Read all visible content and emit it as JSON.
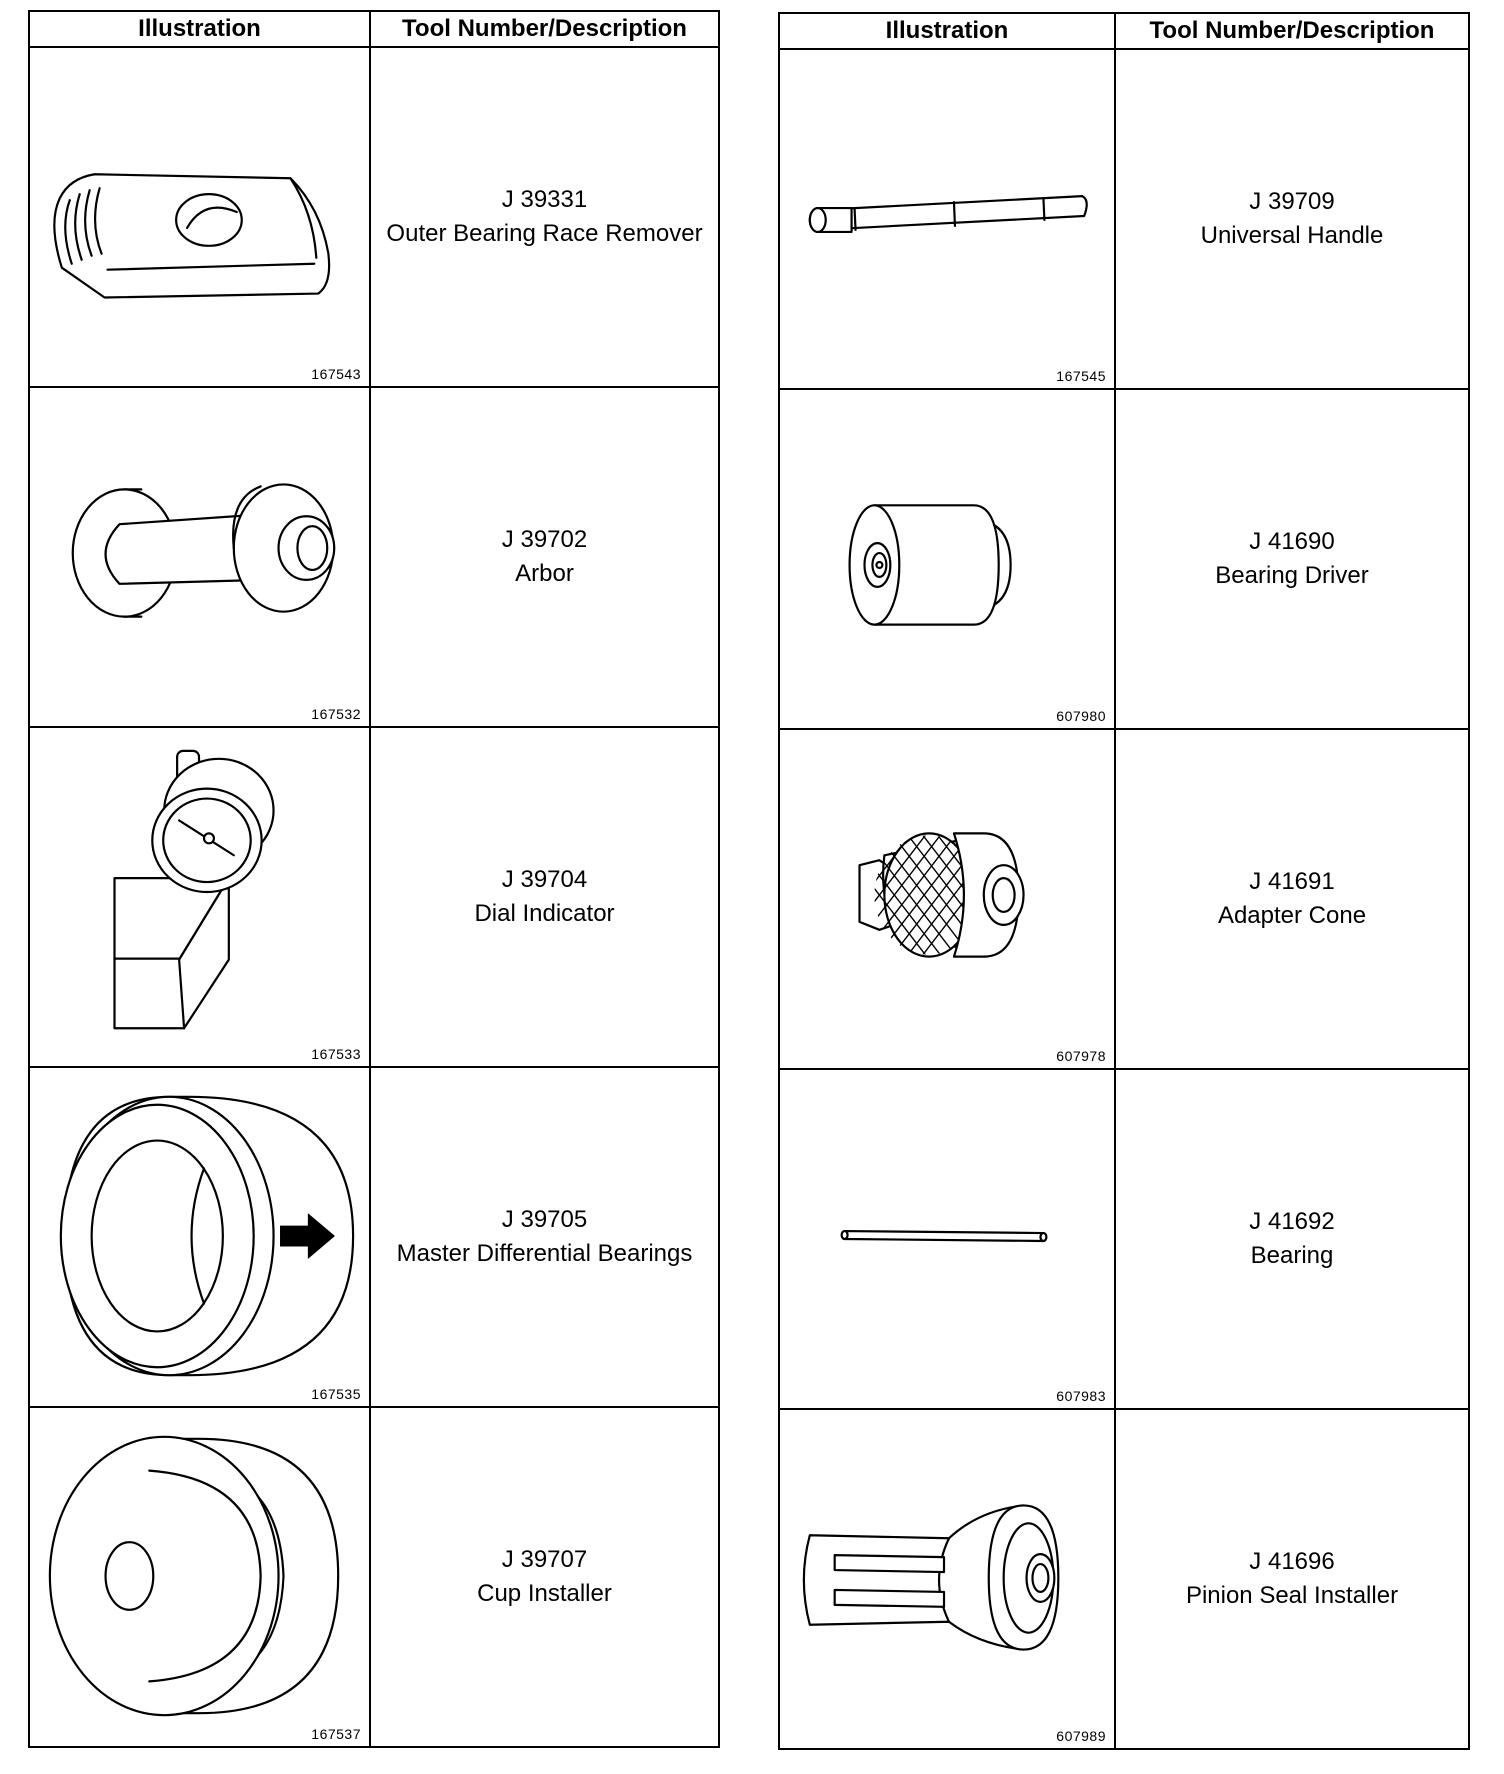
{
  "tables": [
    {
      "headers": {
        "illustration": "Illustration",
        "description": "Tool Number/Description"
      },
      "rows": [
        {
          "figure_id": "167543",
          "icon": "race-remover-icon",
          "tool_number": "J 39331",
          "description": "Outer Bearing Race Remover"
        },
        {
          "figure_id": "167532",
          "icon": "arbor-icon",
          "tool_number": "J 39702",
          "description": "Arbor"
        },
        {
          "figure_id": "167533",
          "icon": "dial-indicator-icon",
          "tool_number": "J 39704",
          "description": "Dial Indicator"
        },
        {
          "figure_id": "167535",
          "icon": "differential-bearing-icon",
          "tool_number": "J 39705",
          "description": "Master Differential Bearings"
        },
        {
          "figure_id": "167537",
          "icon": "cup-installer-icon",
          "tool_number": "J 39707",
          "description": "Cup Installer"
        }
      ]
    },
    {
      "headers": {
        "illustration": "Illustration",
        "description": "Tool Number/Description"
      },
      "rows": [
        {
          "figure_id": "167545",
          "icon": "universal-handle-icon",
          "tool_number": "J 39709",
          "description": "Universal Handle"
        },
        {
          "figure_id": "607980",
          "icon": "bearing-driver-icon",
          "tool_number": "J 41690",
          "description": "Bearing Driver"
        },
        {
          "figure_id": "607978",
          "icon": "adapter-cone-icon",
          "tool_number": "J 41691",
          "description": "Adapter Cone"
        },
        {
          "figure_id": "607983",
          "icon": "bearing-pin-icon",
          "tool_number": "J 41692",
          "description": "Bearing"
        },
        {
          "figure_id": "607989",
          "icon": "pinion-seal-installer-icon",
          "tool_number": "J 41696",
          "description": "Pinion Seal Installer"
        }
      ]
    }
  ]
}
